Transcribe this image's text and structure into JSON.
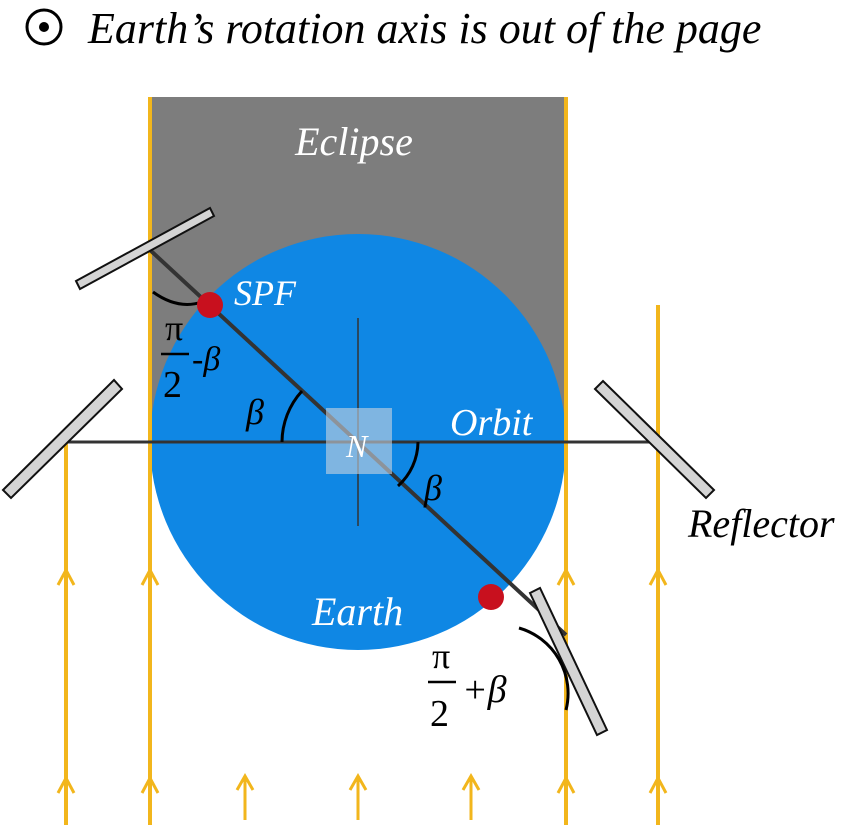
{
  "caption": {
    "icon": "dot-in-circle-icon",
    "text": "Earth’s rotation axis is out of the page"
  },
  "labels": {
    "eclipse": "Eclipse",
    "spf": "SPF",
    "orbit": "Orbit",
    "center": "N",
    "earth": "Earth",
    "reflector": "Reflector"
  },
  "angles": {
    "beta": "β",
    "left_fraction_numerator": "π",
    "left_fraction_denominator": "2",
    "left_fraction_suffix": "-β",
    "right_fraction_numerator": "π",
    "right_fraction_denominator": "2",
    "right_fraction_suffix": "+β"
  },
  "colors": {
    "earth": "#0f87e4",
    "eclipse": "#7d7d7d",
    "sunlight": "#f2b61c",
    "reflector_fill": "#d4d4d4",
    "reflector_stroke": "#111111",
    "spf_marker": "#c8101e",
    "axis_line": "#333333",
    "center_box": "#c9d4df"
  }
}
